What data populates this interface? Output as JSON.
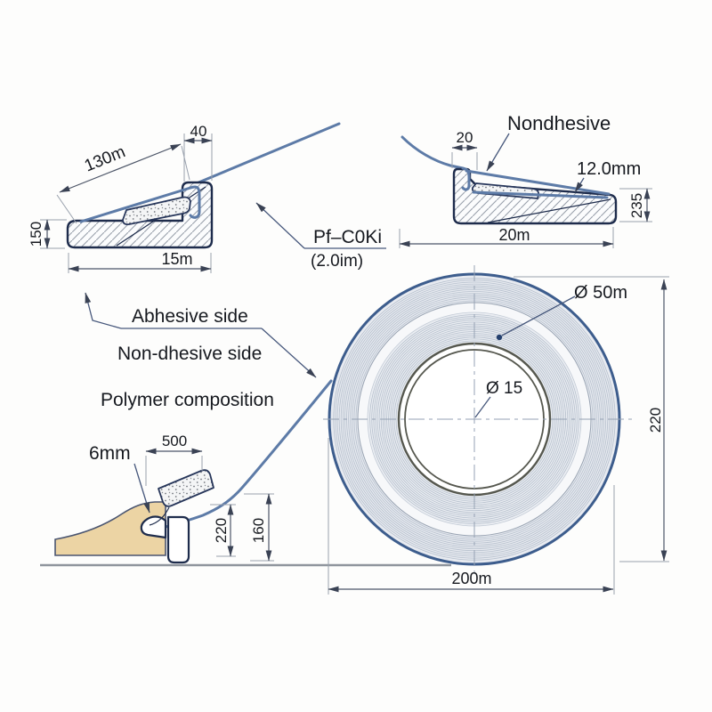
{
  "diagram": {
    "labels": {
      "adhesive_side": "Abhesive side",
      "non_adhesive_side": "Non-dhesive side",
      "polymer_composition": "Polymer composition",
      "non_adhesive_callout": "Nondhesive",
      "product_code": "Pf–C0Ki",
      "product_code_note": "(2.0im)"
    },
    "top_left_profile": {
      "slope_length": "130m",
      "tab_width": "40",
      "height": "150",
      "base_width": "15m"
    },
    "top_right_profile": {
      "tab_width": "20",
      "tape_length": "12.0mm",
      "height": "235",
      "base_width": "20m"
    },
    "bottom_left_profile": {
      "hook_size": "6mm",
      "foam_length": "500",
      "inner_height": "220",
      "outer_height": "160"
    },
    "roll": {
      "wound_diameter": "Ø 50m",
      "core_diameter": "Ø 15",
      "outer_height": "220",
      "outer_width": "200m"
    },
    "colors": {
      "tape_blue": "#5d7ba7",
      "outline_navy": "#1e2c4c",
      "ring_gray": "#b5bfcc",
      "wood_tan": "#ecd4a4",
      "roll_edge": "#3d5d8d"
    }
  }
}
